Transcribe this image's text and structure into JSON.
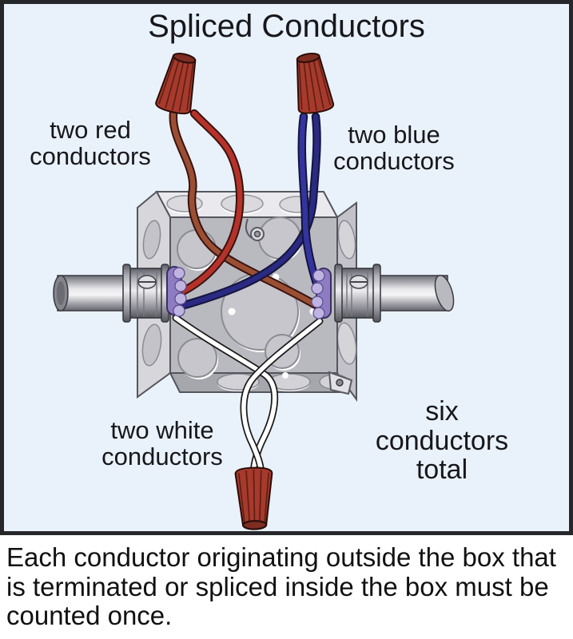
{
  "panel": {
    "title": "Spliced Conductors",
    "labels": {
      "red": "two red\nconductors",
      "blue": "two blue\nconductors",
      "white": "two white\nconductors",
      "total": "six\nconductors\ntotal"
    }
  },
  "caption": "Each conductor originating outside the box that is terminated or spliced inside the box must be counted once.",
  "colors": {
    "panel_bg": "#e9f2fb",
    "panel_border": "#25272b",
    "ink": "#17171c",
    "wire_red": "#b5322a",
    "wire_red_alt": "#9a4f33",
    "wire_blue": "#34349e",
    "wire_blue_alt": "#2a2a82",
    "wire_white": "#ffffff",
    "wire_nut": "#a63a2c",
    "locknut": "#8d7cc2",
    "box_metal": "#bfbfc6"
  }
}
